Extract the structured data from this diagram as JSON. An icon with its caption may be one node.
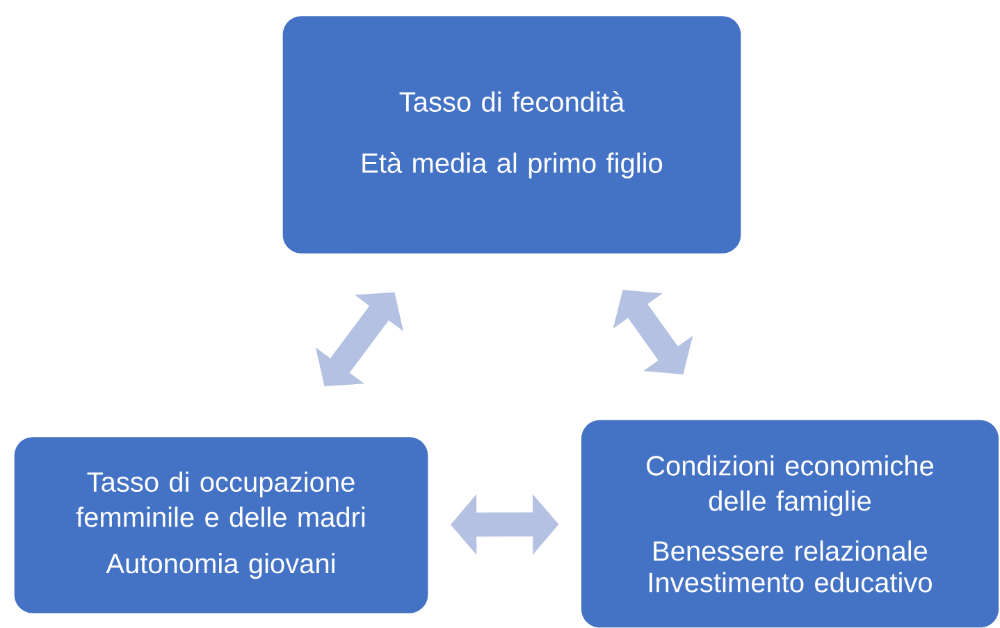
{
  "diagram": {
    "nodes": [
      {
        "text": [
          "Tasso di fecondità",
          "Età media al primo figlio"
        ]
      },
      {
        "text": [
          "Tasso di occupazione femminile e delle madri",
          "Autonomia giovani"
        ]
      },
      {
        "text": [
          "Condizioni economiche delle famiglie",
          "Benessere relazionale",
          "Investimento educativo"
        ]
      }
    ],
    "edges": [
      {
        "from": 0,
        "to": 1,
        "arrow": "both"
      },
      {
        "from": 1,
        "to": 2,
        "arrow": "both"
      },
      {
        "from": 0,
        "to": 2,
        "arrow": "both"
      }
    ]
  }
}
